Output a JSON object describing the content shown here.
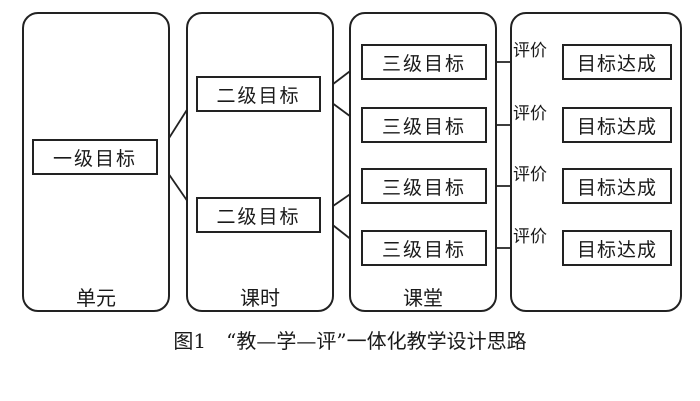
{
  "panels": {
    "unit": "单元",
    "lesson": "课时",
    "classroom": "课堂"
  },
  "level1": "一级目标",
  "level2": [
    "二级目标",
    "二级目标"
  ],
  "level3": [
    "三级目标",
    "三级目标",
    "三级目标",
    "三级目标"
  ],
  "evaluation": [
    "评价",
    "评价",
    "评价",
    "评价"
  ],
  "achievement": [
    "目标达成",
    "目标达成",
    "目标达成",
    "目标达成"
  ],
  "caption": "图1　“教—学—评”一体化教学设计思路"
}
